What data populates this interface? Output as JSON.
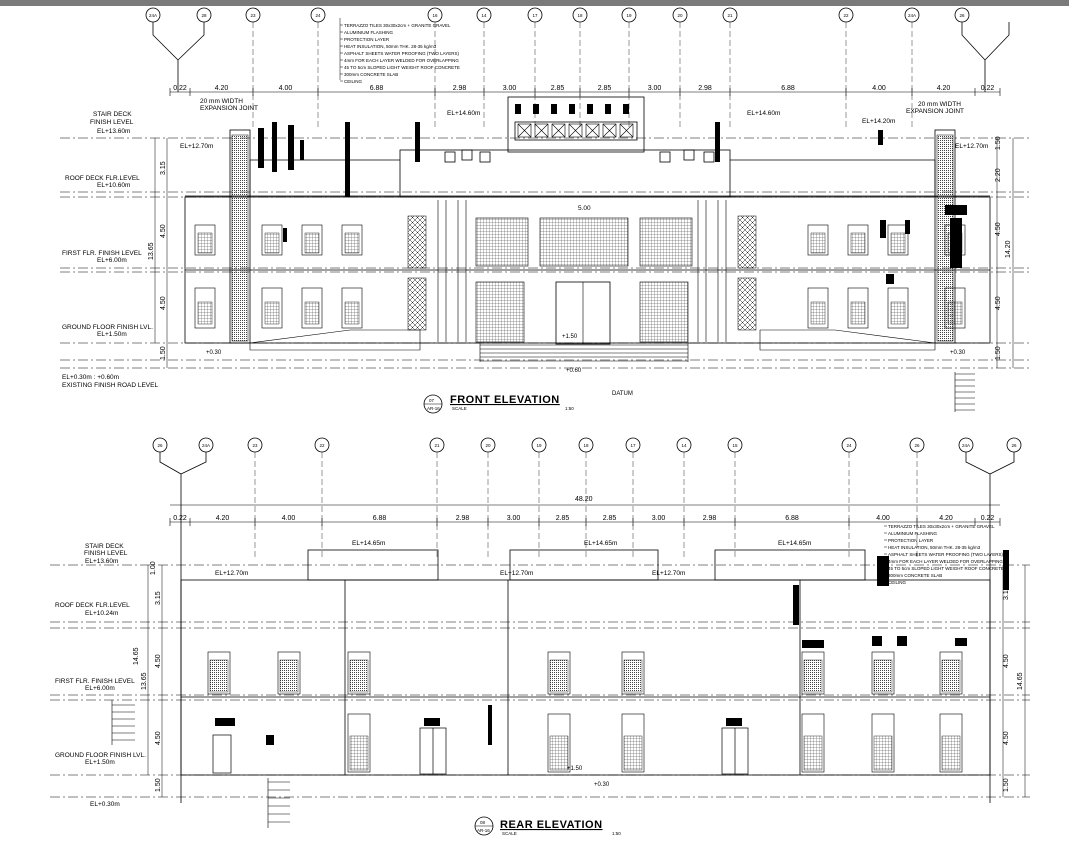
{
  "front": {
    "title": "FRONT ELEVATION",
    "title_tag_top": "07",
    "title_tag_bottom": "AR-16",
    "scale_label": "SCALE",
    "scale_value": "1:50",
    "grid_bubbles": [
      "24A",
      "28",
      "23",
      "24",
      "16",
      "14",
      "17",
      "18",
      "19",
      "20",
      "21",
      "22",
      "24A",
      "26"
    ],
    "dimensions": [
      "0.22",
      "4.20",
      "4.00",
      "6.88",
      "2.98",
      "3.00",
      "2.85",
      "2.85",
      "3.00",
      "2.98",
      "6.88",
      "4.00",
      "4.20",
      "0.22"
    ],
    "levels": {
      "stair_deck_1": "STAIR DECK",
      "stair_deck_2": "FINISH LEVEL",
      "stair_deck_3": "EL+13.60m",
      "roof_deck_1": "ROOF DECK FLR.LEVEL",
      "roof_deck_2": "EL+10.60m",
      "first_flr_1": "FIRST FLR. FINISH LEVEL",
      "first_flr_2": "EL+6.00m",
      "ground_flr_1": "GROUND FLOOR FINISH LVL.",
      "ground_flr_2": "EL+1.50m",
      "road_1": "EL+0.30m : +0.60m",
      "road_2": "EXISTING FINISH ROAD LEVEL"
    },
    "expansion_joint_1": "20 mm WIDTH",
    "expansion_joint_2": "EXPANSION JOINT",
    "el_1460_left": "EL+14.60m",
    "el_1460_right": "EL+14.60m",
    "el_1420": "EL+14.20m",
    "el_1270_left": "EL+12.70m",
    "el_1270_right": "EL+12.70m",
    "total_height": "14.20",
    "left_total": "13.65",
    "mid_dim": "5.00",
    "dim_450": "4.50",
    "dim_150": "1.50",
    "dim_315": "3.15",
    "dim_220": "2.20",
    "plus_030": "+0.30",
    "plus_060": "+0.60",
    "level_150": "+1.50",
    "datum": "DATUM",
    "spec_lines": [
      "TERRAZZO TILES 30x30x2cm + GRANITE GRAVEL",
      "ALUMINIUM FLASHING",
      "PROTECTION LAYER",
      "HEAT INSULATION, 50mm THK. 28-35 kg/m3",
      "ASPHALT SHEETS WATER PROOFING (TWO LAYERS)",
      "4mm FOR EACH LAYER WELDED FOR OVERLAPPING",
      "45 TO 5cm SLOPED LIGHT WEIGHT ROOF CONCRETE",
      "300mm CONCRETE SLAB",
      "CEILING"
    ]
  },
  "rear": {
    "title": "REAR ELEVATION",
    "title_tag_top": "08",
    "title_tag_bottom": "AR-16",
    "scale_label": "SCALE",
    "scale_value": "1:50",
    "grid_bubbles": [
      "26",
      "24A",
      "23",
      "22",
      "21",
      "20",
      "19",
      "18",
      "17",
      "14",
      "15",
      "24",
      "26",
      "24A",
      "26"
    ],
    "overall": "48.20",
    "dimensions": [
      "0.22",
      "4.20",
      "4.00",
      "6.88",
      "2.98",
      "3.00",
      "2.85",
      "2.85",
      "3.00",
      "2.98",
      "6.88",
      "4.00",
      "4.20",
      "0.22"
    ],
    "levels": {
      "stair_deck_1": "STAIR DECK",
      "stair_deck_2": "FINISH LEVEL",
      "stair_deck_3": "EL+13.60m",
      "roof_deck_1": "ROOF DECK FLR.LEVEL",
      "roof_deck_2": "EL+10.24m",
      "first_flr_1": "FIRST FLR. FINISH LEVEL",
      "first_flr_2": "EL+6.00m",
      "ground_flr_1": "GROUND FLOOR FINISH LVL.",
      "ground_flr_2": "EL+1.50m",
      "datum_1": "EL+0.30m"
    },
    "el_1465_a": "EL+14.65m",
    "el_1465_b": "EL+14.65m",
    "el_1465_c": "EL+14.65m",
    "el_1270_a": "EL+12.70m",
    "el_1270_b": "EL+12.70m",
    "el_1270_c": "EL+12.70m",
    "total_height": "14.65",
    "left_total": "13.65",
    "dim_100": "1.00",
    "dim_315": "3.15",
    "dim_450": "4.50",
    "dim_150": "1.50",
    "plus_150": "+1.50",
    "plus_030": "+0.30",
    "spec_lines": [
      "TERRAZZO TILES 30x30x2cm + GRANITE GRAVEL",
      "ALUMINIUM FLASHING",
      "PROTECTION LAYER",
      "HEAT INSULATION, 50mm THK. 28-35 kg/m3",
      "ASPHALT SHEETS WATER PROOFING (TWO LAYERS)",
      "4mm FOR EACH LAYER WELDED FOR OVERLAPPING",
      "45 TO 5cm SLOPED LIGHT WEIGHT ROOF CONCRETE",
      "300mm CONCRETE SLAB",
      "CEILING"
    ]
  },
  "colors": {
    "line": "#000000",
    "top_bar": "#7a7a7a",
    "hatch": "#555555"
  }
}
